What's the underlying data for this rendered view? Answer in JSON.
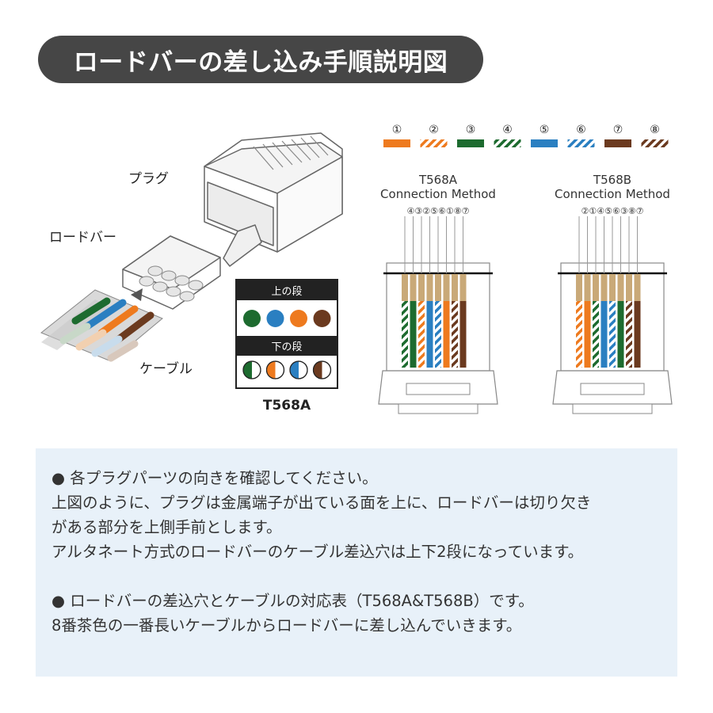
{
  "title": "ロードバーの差し込み手順説明図",
  "labels": {
    "plug": "プラグ",
    "load_bar": "ロードバー",
    "cable": "ケーブル"
  },
  "legend": {
    "numbers": [
      "①",
      "②",
      "③",
      "④",
      "⑤",
      "⑥",
      "⑦",
      "⑧"
    ],
    "wires": [
      {
        "color": "#ee7a1e",
        "striped": false
      },
      {
        "color": "#ee7a1e",
        "striped": true
      },
      {
        "color": "#1d6b2f",
        "striped": false
      },
      {
        "color": "#1d6b2f",
        "striped": true
      },
      {
        "color": "#2a7fc1",
        "striped": false
      },
      {
        "color": "#2a7fc1",
        "striped": true
      },
      {
        "color": "#6b3a1f",
        "striped": false
      },
      {
        "color": "#6b3a1f",
        "striped": true
      }
    ]
  },
  "t568a_table": {
    "upper_label": "上の段",
    "lower_label": "下の段",
    "name": "T568A",
    "upper_colors": [
      "#1d6b2f",
      "#2a7fc1",
      "#ee7a1e",
      "#6b3a1f"
    ],
    "lower_colors": [
      "#1d6b2f",
      "#ee7a1e",
      "#2a7fc1",
      "#6b3a1f"
    ]
  },
  "connectors": [
    {
      "title_line1": "T568A",
      "title_line2": "Connection Method",
      "order_label": "④③②⑤⑥①⑧⑦",
      "wires": [
        4,
        3,
        2,
        5,
        6,
        1,
        8,
        7
      ]
    },
    {
      "title_line1": "T568B",
      "title_line2": "Connection Method",
      "order_label": "②①④⑤⑥③⑧⑦",
      "wires": [
        2,
        1,
        4,
        5,
        6,
        3,
        8,
        7
      ]
    }
  ],
  "notes": {
    "p1": "● 各プラグパーツの向きを確認してください。",
    "p2": "上図のように、プラグは金属端子が出ている面を上に、ロードバーは切り欠き",
    "p3": "がある部分を上側手前とします。",
    "p4": "アルタネート方式のロードバーのケーブル差込穴は上下2段になっています。",
    "p5": "● ロードバーの差込穴とケーブルの対応表（T568A&T568B）です。",
    "p6": "8番茶色の一番長いケーブルからロードバーに差し込んでいきます。"
  }
}
